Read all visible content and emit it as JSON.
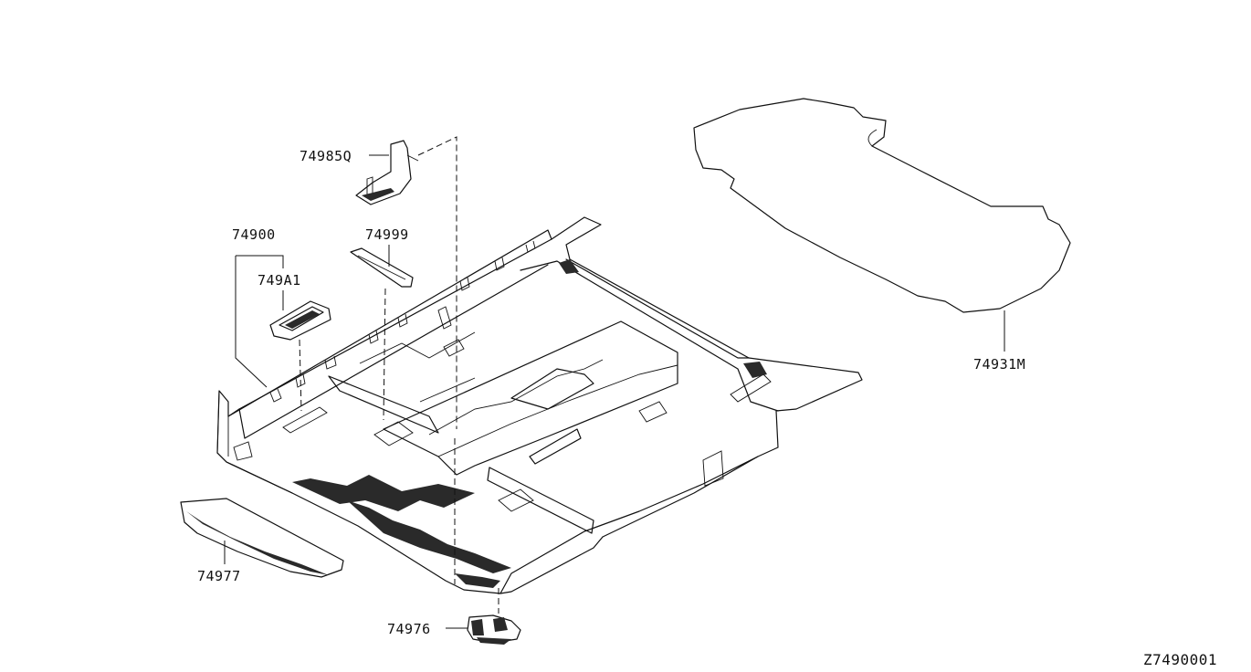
{
  "diagram": {
    "id": "Z7490001",
    "parts": {
      "p74985Q": "74985Q",
      "p74900": "74900",
      "p749A1": "749A1",
      "p74999": "74999",
      "p74931M": "74931M",
      "p74977": "74977",
      "p74976": "74976"
    }
  }
}
